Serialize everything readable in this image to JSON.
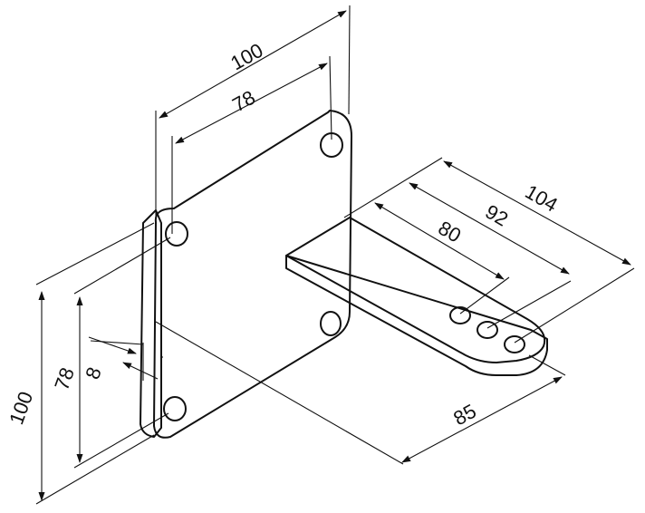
{
  "dimensions": {
    "plate_width": "100",
    "plate_hole_spacing_horizontal": "78",
    "plate_height": "100",
    "plate_hole_spacing_vertical": "78",
    "plate_thickness": "8",
    "arm_length_outer_hole": "104",
    "arm_length_middle_hole": "92",
    "arm_length_inner_hole": "80",
    "arm_width": "85"
  },
  "colors": {
    "part_fill": "#e3e3e3",
    "part_fill_dark": "#cfcfcf",
    "line": "#111111",
    "background": "#ffffff"
  }
}
